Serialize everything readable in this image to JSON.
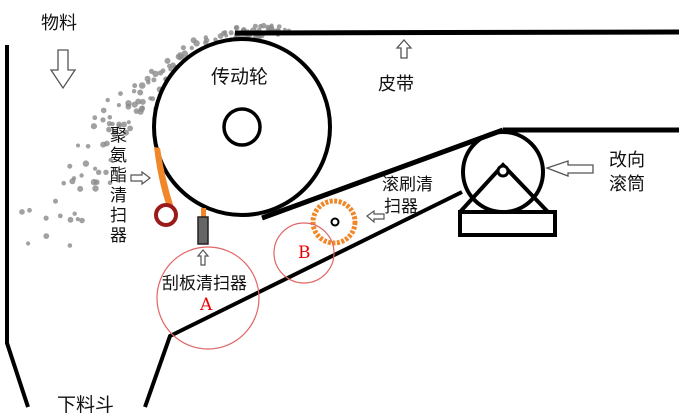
{
  "labels": {
    "material": "物料",
    "drive_pulley": "传动轮",
    "belt": "皮带",
    "polyurethane_cleaner": "聚氨酯清扫器",
    "brush_cleaner_line1": "滚刷清",
    "brush_cleaner_line2": "扫器",
    "bend_pulley_line1": "改向",
    "bend_pulley_line2": "滚筒",
    "scraper_cleaner": "刮板清扫器",
    "marker_a": "A",
    "marker_b": "B",
    "discharge_hopper": "下料斗"
  },
  "colors": {
    "line": "#000000",
    "orange": "#f0882a",
    "ring": "#9b1b1b",
    "marker": "#e05a5a",
    "scraper": "#555555",
    "dots": "#888888"
  }
}
